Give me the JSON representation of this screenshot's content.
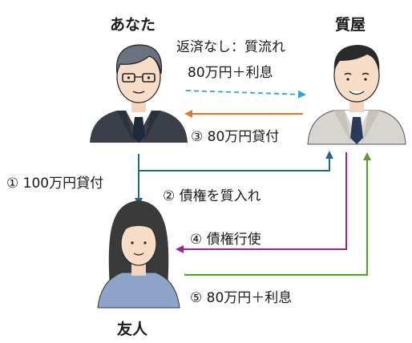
{
  "parties": {
    "you": "あなた",
    "pawnshop": "質屋",
    "friend": "友人"
  },
  "flows": {
    "default_label_line1": "返済なし：質流れ",
    "default_label_line2": "80万円＋利息",
    "step1": "① 100万円貸付",
    "step2": "② 債権を質入れ",
    "step3": "③ 80万円貸付",
    "step4": "④ 債権行使",
    "step5": "⑤ 80万円＋利息"
  },
  "colors": {
    "step1_2": "#1f6a8a",
    "step3": "#e8772e",
    "step4": "#8e2a8e",
    "step5": "#5a9e2e",
    "default": "#2ea6d8"
  },
  "icons": {
    "you": "man-glasses-suit-avatar",
    "pawnshop": "man-suit-avatar",
    "friend": "woman-avatar"
  }
}
